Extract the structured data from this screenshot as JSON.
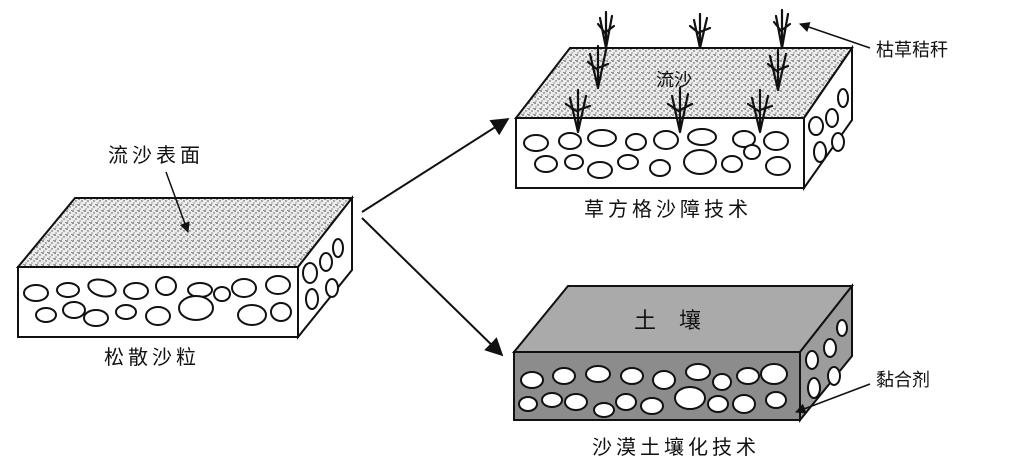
{
  "labels": {
    "flowing_sand_surface": "流沙表面",
    "loose_sand_grains": "松散沙粒",
    "straw_checkerboard": "草方格沙障技术",
    "dead_grass_straw": "枯草秸秆",
    "flowing_sand_top": "流沙",
    "soil": "土 壤",
    "binder": "黏合剂",
    "desert_soilization": "沙漠土壤化技术"
  },
  "colors": {
    "stroke": "#111111",
    "block_white": "#ffffff",
    "soil_top": "#aaaaaa",
    "soil_front": "#8c8c8c",
    "soil_side": "#9c9c9c"
  }
}
